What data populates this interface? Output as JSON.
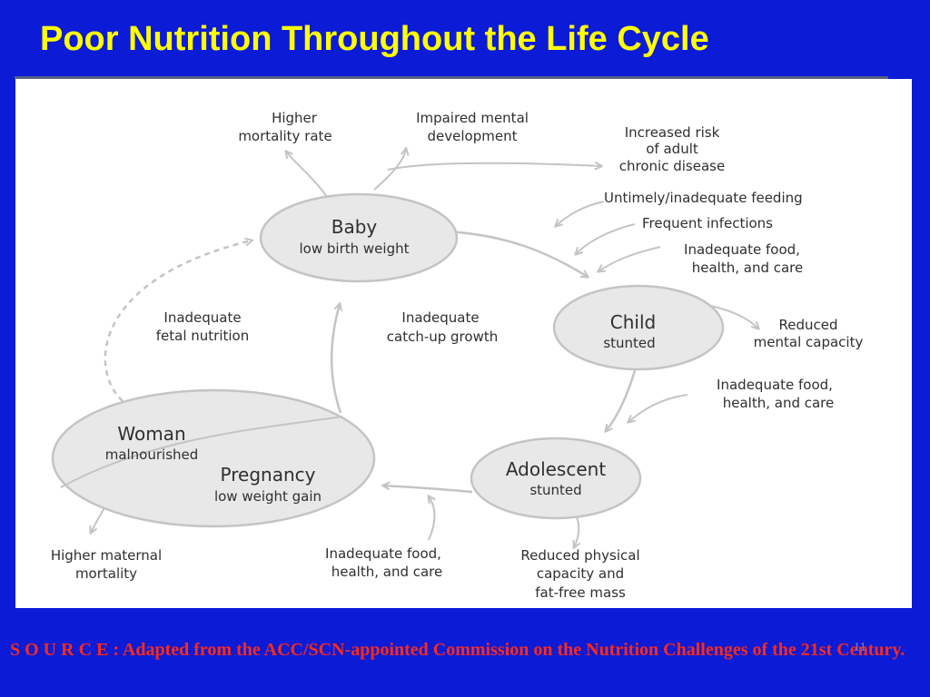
{
  "slide": {
    "title": "Poor Nutrition Throughout the Life Cycle",
    "slide_number": "11",
    "source": "S O U R C E : Adapted from the ACC/SCN-appointed Commission on the Nutrition Challenges of the 21st Century."
  },
  "colors": {
    "background": "#0b1bd6",
    "title": "#ffff00",
    "source_text": "#ff2a1a",
    "panel": "#ffffff",
    "node_fill": "#e8e8e8",
    "arrow": "#c4c4c4"
  },
  "diagram": {
    "nodes": {
      "baby": {
        "title": "Baby",
        "subtitle": "low birth weight"
      },
      "child": {
        "title": "Child",
        "subtitle": "stunted"
      },
      "adolescent": {
        "title": "Adolescent",
        "subtitle": "stunted"
      },
      "woman": {
        "title": "Woman",
        "subtitle": "malnourished"
      },
      "pregnancy": {
        "title": "Pregnancy",
        "subtitle": "low weight gain"
      }
    },
    "outcomes": {
      "higher_mortality": [
        "Higher",
        "mortality rate"
      ],
      "impaired_development": [
        "Impaired mental",
        "development"
      ],
      "chronic_disease": [
        "Increased risk",
        "of adult",
        "chronic disease"
      ],
      "reduced_mental": [
        "Reduced",
        "mental capacity"
      ],
      "reduced_physical": [
        "Reduced physical",
        "capacity and",
        "fat-free mass"
      ],
      "maternal_mortality": [
        "Higher maternal",
        "mortality"
      ]
    },
    "factors": {
      "untimely_feeding": "Untimely/inadequate feeding",
      "frequent_infections": "Frequent infections",
      "inadequate_care_child": [
        "Inadequate food,",
        "health, and care"
      ],
      "inadequate_care_adolescent": [
        "Inadequate food,",
        "health, and care"
      ],
      "inadequate_care_pregnancy": [
        "Inadequate food,",
        "health, and care"
      ],
      "fetal_nutrition": [
        "Inadequate",
        "fetal nutrition"
      ],
      "catch_up_growth": [
        "Inadequate",
        "catch-up growth"
      ]
    }
  }
}
